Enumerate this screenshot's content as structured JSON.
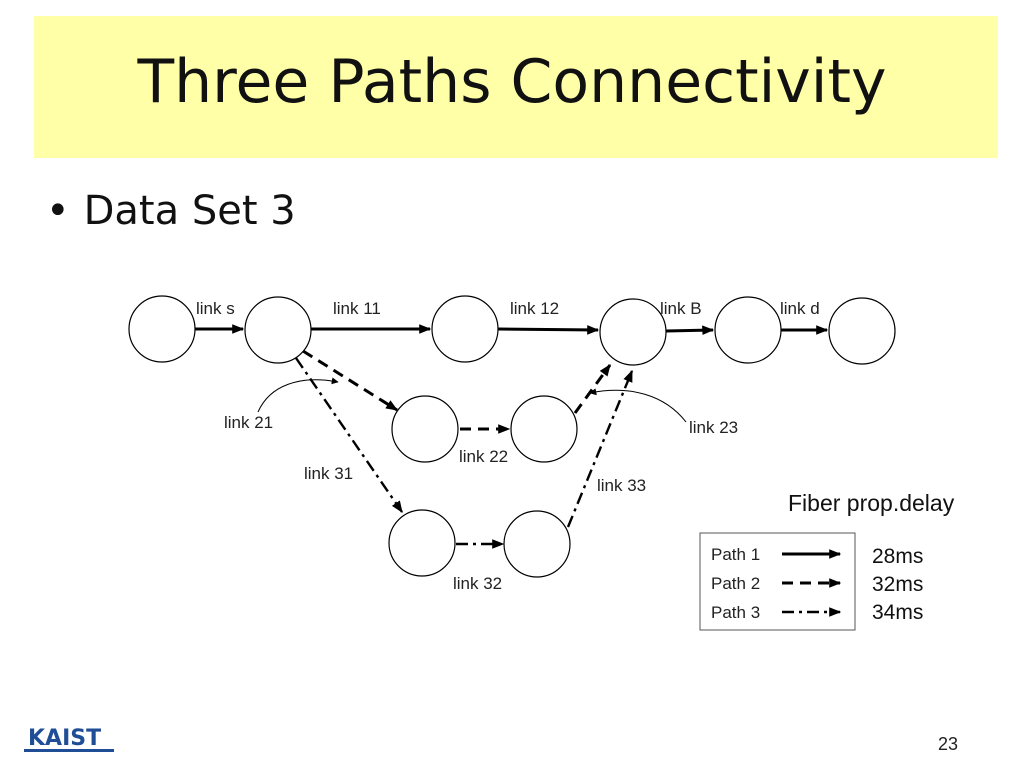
{
  "slide": {
    "title": "Three Paths Connectivity",
    "bullet": "Data Set 3",
    "page_number": "23",
    "logo_text": "KAIST"
  },
  "diagram": {
    "links": {
      "s": "link s",
      "l11": "link 11",
      "l12": "link 12",
      "lB": "link B",
      "ld": "link d",
      "l21": "link 21",
      "l22": "link 22",
      "l23": "link 23",
      "l31": "link 31",
      "l32": "link 32",
      "l33": "link 33"
    },
    "legend": {
      "path1": "Path 1",
      "path2": "Path 2",
      "path3": "Path 3"
    }
  },
  "delays": {
    "title": "Fiber prop.delay",
    "values": [
      "28ms",
      "32ms",
      "34ms"
    ]
  },
  "colors": {
    "title_background": "#ffffa8",
    "logo_blue": "#1f4e96"
  }
}
